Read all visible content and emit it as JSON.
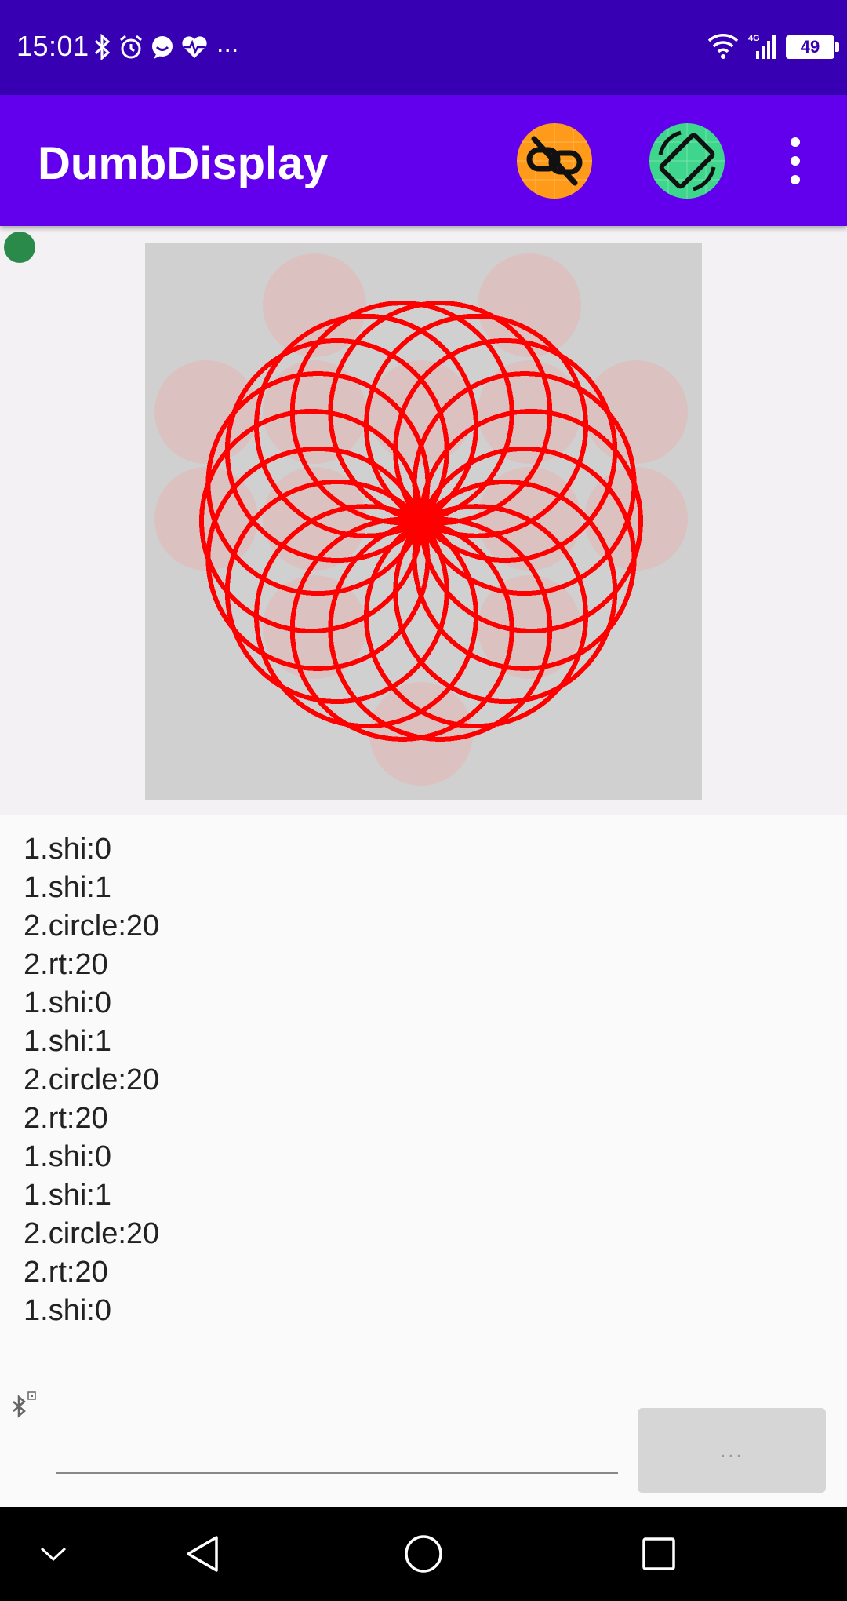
{
  "status_bar": {
    "time": "15:01",
    "left_icons": [
      "bluetooth-icon",
      "alarm-icon",
      "chat-bubble-icon",
      "heart-pulse-icon"
    ],
    "more_indicator": "...",
    "network_label": "4G",
    "battery_level": "49"
  },
  "app_bar": {
    "title": "DumbDisplay",
    "link_button_icon": "link-off-icon",
    "rotate_button_icon": "screen-rotation-icon",
    "menu_icon": "more-vert-icon"
  },
  "colors": {
    "status_bar": "#3700b3",
    "app_bar": "#6200ee",
    "link_button": "#ff9a1a",
    "rotate_button": "#3dd68c",
    "connection_dot": "#2a8a4a",
    "canvas_background": "#d0d0d0",
    "turtle_pen": "#ff0000",
    "faint_circles": "#e0bcbc"
  },
  "log": {
    "lines": [
      "1.shi:0",
      "1.shi:1",
      "2.circle:20",
      "2.rt:20",
      "1.shi:0",
      "1.shi:1",
      "2.circle:20",
      "2.rt:20",
      "1.shi:0",
      "1.shi:1",
      "2.circle:20",
      "2.rt:20",
      "1.shi:0"
    ]
  },
  "input": {
    "value": "",
    "send_label": "..."
  },
  "nav_bar": {
    "icons": [
      "chevron-down-icon",
      "back-icon",
      "home-icon",
      "recents-icon"
    ]
  }
}
